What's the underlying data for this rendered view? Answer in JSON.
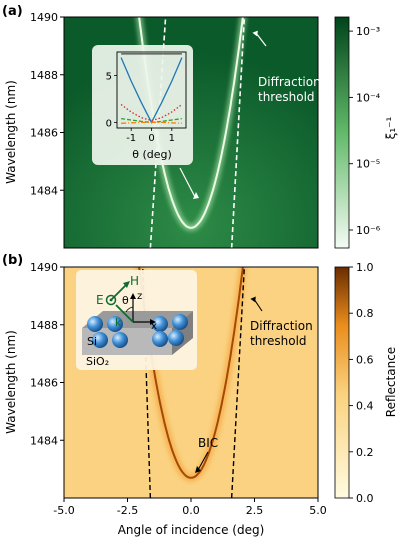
{
  "chart_data": [
    {
      "panel_label": "(a)",
      "type": "heatmap",
      "ylabel": "Wavelength (nm)",
      "ylim": [
        1482.0,
        1490.0
      ],
      "xlim": [
        -5.0,
        5.0
      ],
      "yticks": [
        1484,
        1486,
        1488,
        1490
      ],
      "colorbar": {
        "label": "ξ₁⁻¹",
        "scale": "log",
        "ticks": [
          "10⁻⁶",
          "10⁻⁵",
          "10⁻⁴",
          "10⁻³"
        ],
        "colors": [
          "#f4fbf4",
          "#1b7a3e",
          "#00441b"
        ]
      },
      "bright_band": {
        "label": "resonance",
        "min_wavelength_nm": 1482.7,
        "min_angle_deg": 0.0
      },
      "diffraction_lines": [
        {
          "angle_at_1482": -1.6,
          "angle_at_1490": -1.0
        },
        {
          "angle_at_1482": 1.6,
          "angle_at_1490": 2.1
        }
      ],
      "annotation": {
        "text_line1": "Diffraction",
        "text_line2": "threshold"
      },
      "inset": {
        "type": "line",
        "xlabel": "θ (deg)",
        "xticks": [
          "-1",
          "0",
          "1"
        ],
        "yticks": [
          "0",
          "5"
        ],
        "xlim": [
          -1.7,
          1.7
        ],
        "ylim": [
          -0.6,
          7.5
        ],
        "series": [
          {
            "color": "#1f77b4",
            "style": "solid",
            "x": [
              -1.5,
              -1.0,
              -0.5,
              0.0,
              0.5,
              1.0,
              1.5
            ],
            "y": [
              6.9,
              4.4,
              2.1,
              0.0,
              2.1,
              4.4,
              6.9
            ]
          },
          {
            "color": "#d62728",
            "style": "dotted",
            "x": [
              -1.5,
              -1.0,
              -0.5,
              0.0,
              0.5,
              1.0,
              1.5
            ],
            "y": [
              1.9,
              1.1,
              0.5,
              0.2,
              0.5,
              1.1,
              1.9
            ]
          },
          {
            "color": "#2ca02c",
            "style": "dashed",
            "x": [
              -1.5,
              -1.0,
              -0.5,
              0.0,
              0.5,
              1.0,
              1.5
            ],
            "y": [
              0.4,
              0.25,
              0.1,
              0.0,
              0.1,
              0.25,
              0.4
            ]
          },
          {
            "color": "#ff7f0e",
            "style": "dashdot",
            "x": [
              -1.5,
              -1.0,
              -0.5,
              0.0,
              0.5,
              1.0,
              1.5
            ],
            "y": [
              -0.1,
              -0.05,
              0.0,
              0.0,
              0.0,
              -0.05,
              -0.1
            ]
          },
          {
            "color": "#444444",
            "style": "solid",
            "x": [
              -1.5,
              1.5
            ],
            "y": [
              7.3,
              7.3
            ]
          }
        ]
      }
    },
    {
      "panel_label": "(b)",
      "type": "heatmap",
      "xlabel": "Angle of incidence (deg)",
      "ylabel": "Wavelength (nm)",
      "xlim": [
        -5.0,
        5.0
      ],
      "ylim": [
        1482.0,
        1490.0
      ],
      "xticks": [
        -5.0,
        -2.5,
        0.0,
        2.5,
        5.0
      ],
      "xtick_labels": [
        "-5.0",
        "-2.5",
        "0.0",
        "2.5",
        "5.0"
      ],
      "yticks": [
        1484,
        1486,
        1488,
        1490
      ],
      "colorbar": {
        "label": "Reflectance",
        "scale": "linear",
        "ticks": [
          "0.0",
          "0.2",
          "0.4",
          "0.6",
          "0.8",
          "1.0"
        ],
        "colors": [
          "#fffbe0",
          "#f7b54a",
          "#6a2c00"
        ]
      },
      "diffraction_lines": [
        {
          "angle_at_1482": -1.6,
          "angle_at_1490": -1.9
        },
        {
          "angle_at_1482": 1.6,
          "angle_at_1490": 2.1
        }
      ],
      "annotations": [
        {
          "text_line1": "Diffraction",
          "text_line2": "threshold"
        },
        {
          "text": "BIC",
          "wavelength_nm": 1482.7,
          "angle_deg": 0.0
        }
      ],
      "inset_schematic": {
        "labels": {
          "E": "E",
          "H": "H",
          "k": "k",
          "theta": "θ",
          "z": "z",
          "x": "x",
          "si": "Si",
          "sio2": "SiO₂"
        }
      }
    }
  ]
}
